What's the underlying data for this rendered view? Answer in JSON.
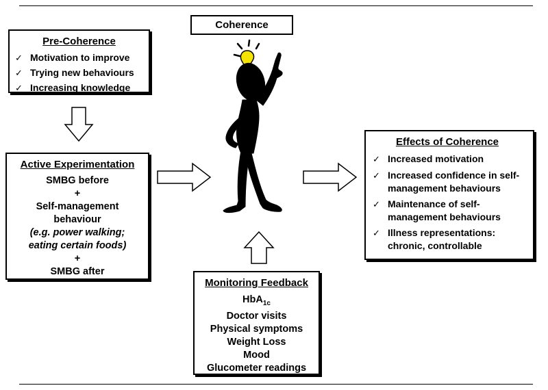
{
  "coherence": {
    "title": "Coherence"
  },
  "pre_coherence": {
    "title": "Pre-Coherence",
    "items": [
      "Motivation to improve",
      "Trying new behaviours",
      "Increasing knowledge"
    ]
  },
  "active_experimentation": {
    "title": "Active Experimentation",
    "lines": [
      "SMBG before",
      "+",
      "Self-management",
      "behaviour",
      "(e.g. power walking;",
      "eating certain foods)",
      "+",
      "SMBG after"
    ]
  },
  "effects": {
    "title": "Effects of Coherence",
    "items": [
      "Increased motivation",
      "Increased confidence in self-management behaviours",
      "Maintenance of self-management behaviours",
      "Illness representations: chronic, controllable"
    ]
  },
  "monitoring": {
    "title": "Monitoring Feedback",
    "hba1c_base": "HbA",
    "hba1c_sub": "1c",
    "lines": [
      "Doctor visits",
      "Physical symptoms",
      "Weight Loss",
      "Mood",
      "Glucometer readings"
    ]
  },
  "check_glyph": "✓",
  "icons": {
    "figure": "thinking-stick-figure-icon",
    "bulb": "lightbulb-icon",
    "arrow_down": "down-arrow-icon",
    "arrow_right": "right-arrow-icon",
    "arrow_up": "up-arrow-icon"
  },
  "colors": {
    "bulb": "#f5e400",
    "ink": "#000000"
  }
}
